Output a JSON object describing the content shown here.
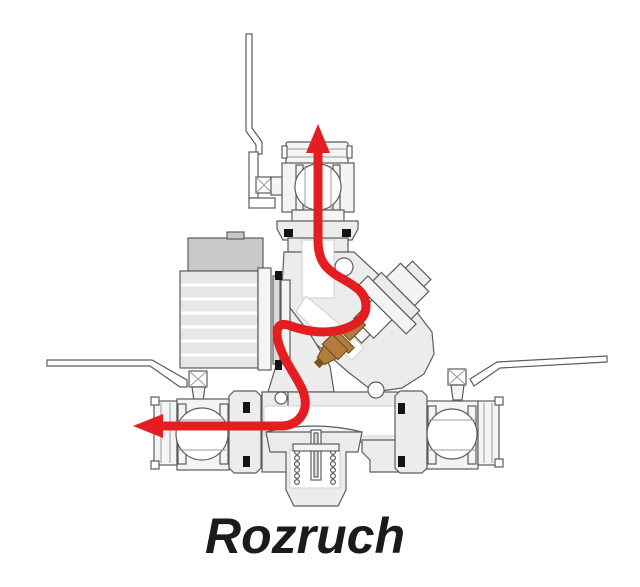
{
  "caption": {
    "text": "Rozruch"
  },
  "colors": {
    "canvas-bg": "#ffffff",
    "flow-red": "#e41e20",
    "outline": "#5c5c5c",
    "body-fill": "#ececec",
    "part-fill": "#f4f4f4",
    "motor-fill": "#e6e6e9",
    "terminal-box": "#c8c8cb",
    "flange-dark": "#d9d9dc",
    "seal-black": "#141414",
    "cartridge-brown": "#b27c3e",
    "cartridge-dark": "#7b521e"
  },
  "diagram": {
    "type": "sectional-valve-diagram",
    "flow_arrows": [
      {
        "id": "flow-arrow-up",
        "direction": "up"
      },
      {
        "id": "flow-arrow-left",
        "direction": "left"
      }
    ],
    "components": [
      "top-shutoff-valve",
      "top-valve-handle",
      "circulation-pump",
      "pump-terminal-box",
      "valve-body-casting",
      "thermostatic-cartridge",
      "cartridge-bonnet",
      "bypass-check-valve",
      "left-shutoff-valve",
      "left-valve-handle",
      "right-shutoff-valve",
      "right-valve-handle",
      "flow-path"
    ]
  }
}
